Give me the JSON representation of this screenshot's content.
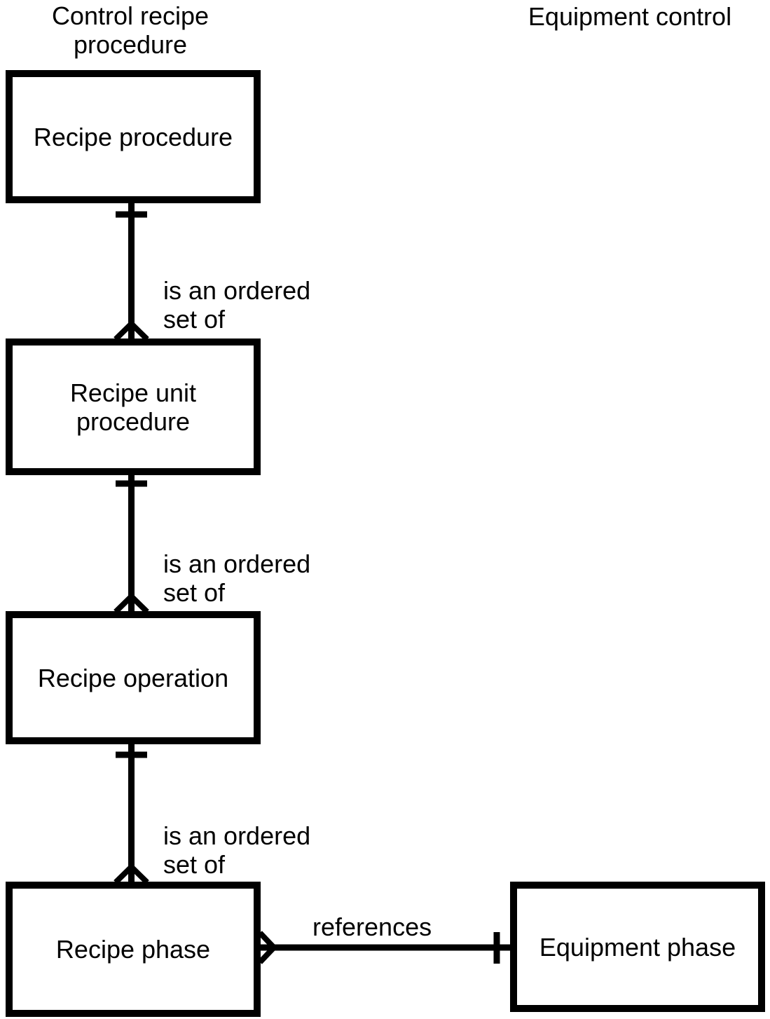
{
  "colors": {
    "foreground": "#000000",
    "background": "#ffffff"
  },
  "column_headers": [
    {
      "id": "control-recipe-procedure",
      "text": "Control recipe\nprocedure"
    },
    {
      "id": "equipment-control",
      "text": "Equipment control"
    }
  ],
  "entities": [
    {
      "id": "recipe-procedure",
      "label": "Recipe procedure"
    },
    {
      "id": "recipe-unit-procedure",
      "label": "Recipe unit\nprocedure"
    },
    {
      "id": "recipe-operation",
      "label": "Recipe operation"
    },
    {
      "id": "recipe-phase",
      "label": "Recipe phase"
    },
    {
      "id": "equipment-phase",
      "label": "Equipment phase"
    }
  ],
  "relationships": [
    {
      "from": "Recipe procedure",
      "to": "Recipe unit procedure",
      "label": "is an ordered\nset of",
      "from_cardinality": "one",
      "to_cardinality": "many"
    },
    {
      "from": "Recipe unit procedure",
      "to": "Recipe operation",
      "label": "is an ordered\nset of",
      "from_cardinality": "one",
      "to_cardinality": "many"
    },
    {
      "from": "Recipe operation",
      "to": "Recipe phase",
      "label": "is an ordered\nset of",
      "from_cardinality": "one",
      "to_cardinality": "many"
    },
    {
      "from": "Recipe phase",
      "to": "Equipment phase",
      "label": "references",
      "from_cardinality": "many",
      "to_cardinality": "one"
    }
  ]
}
